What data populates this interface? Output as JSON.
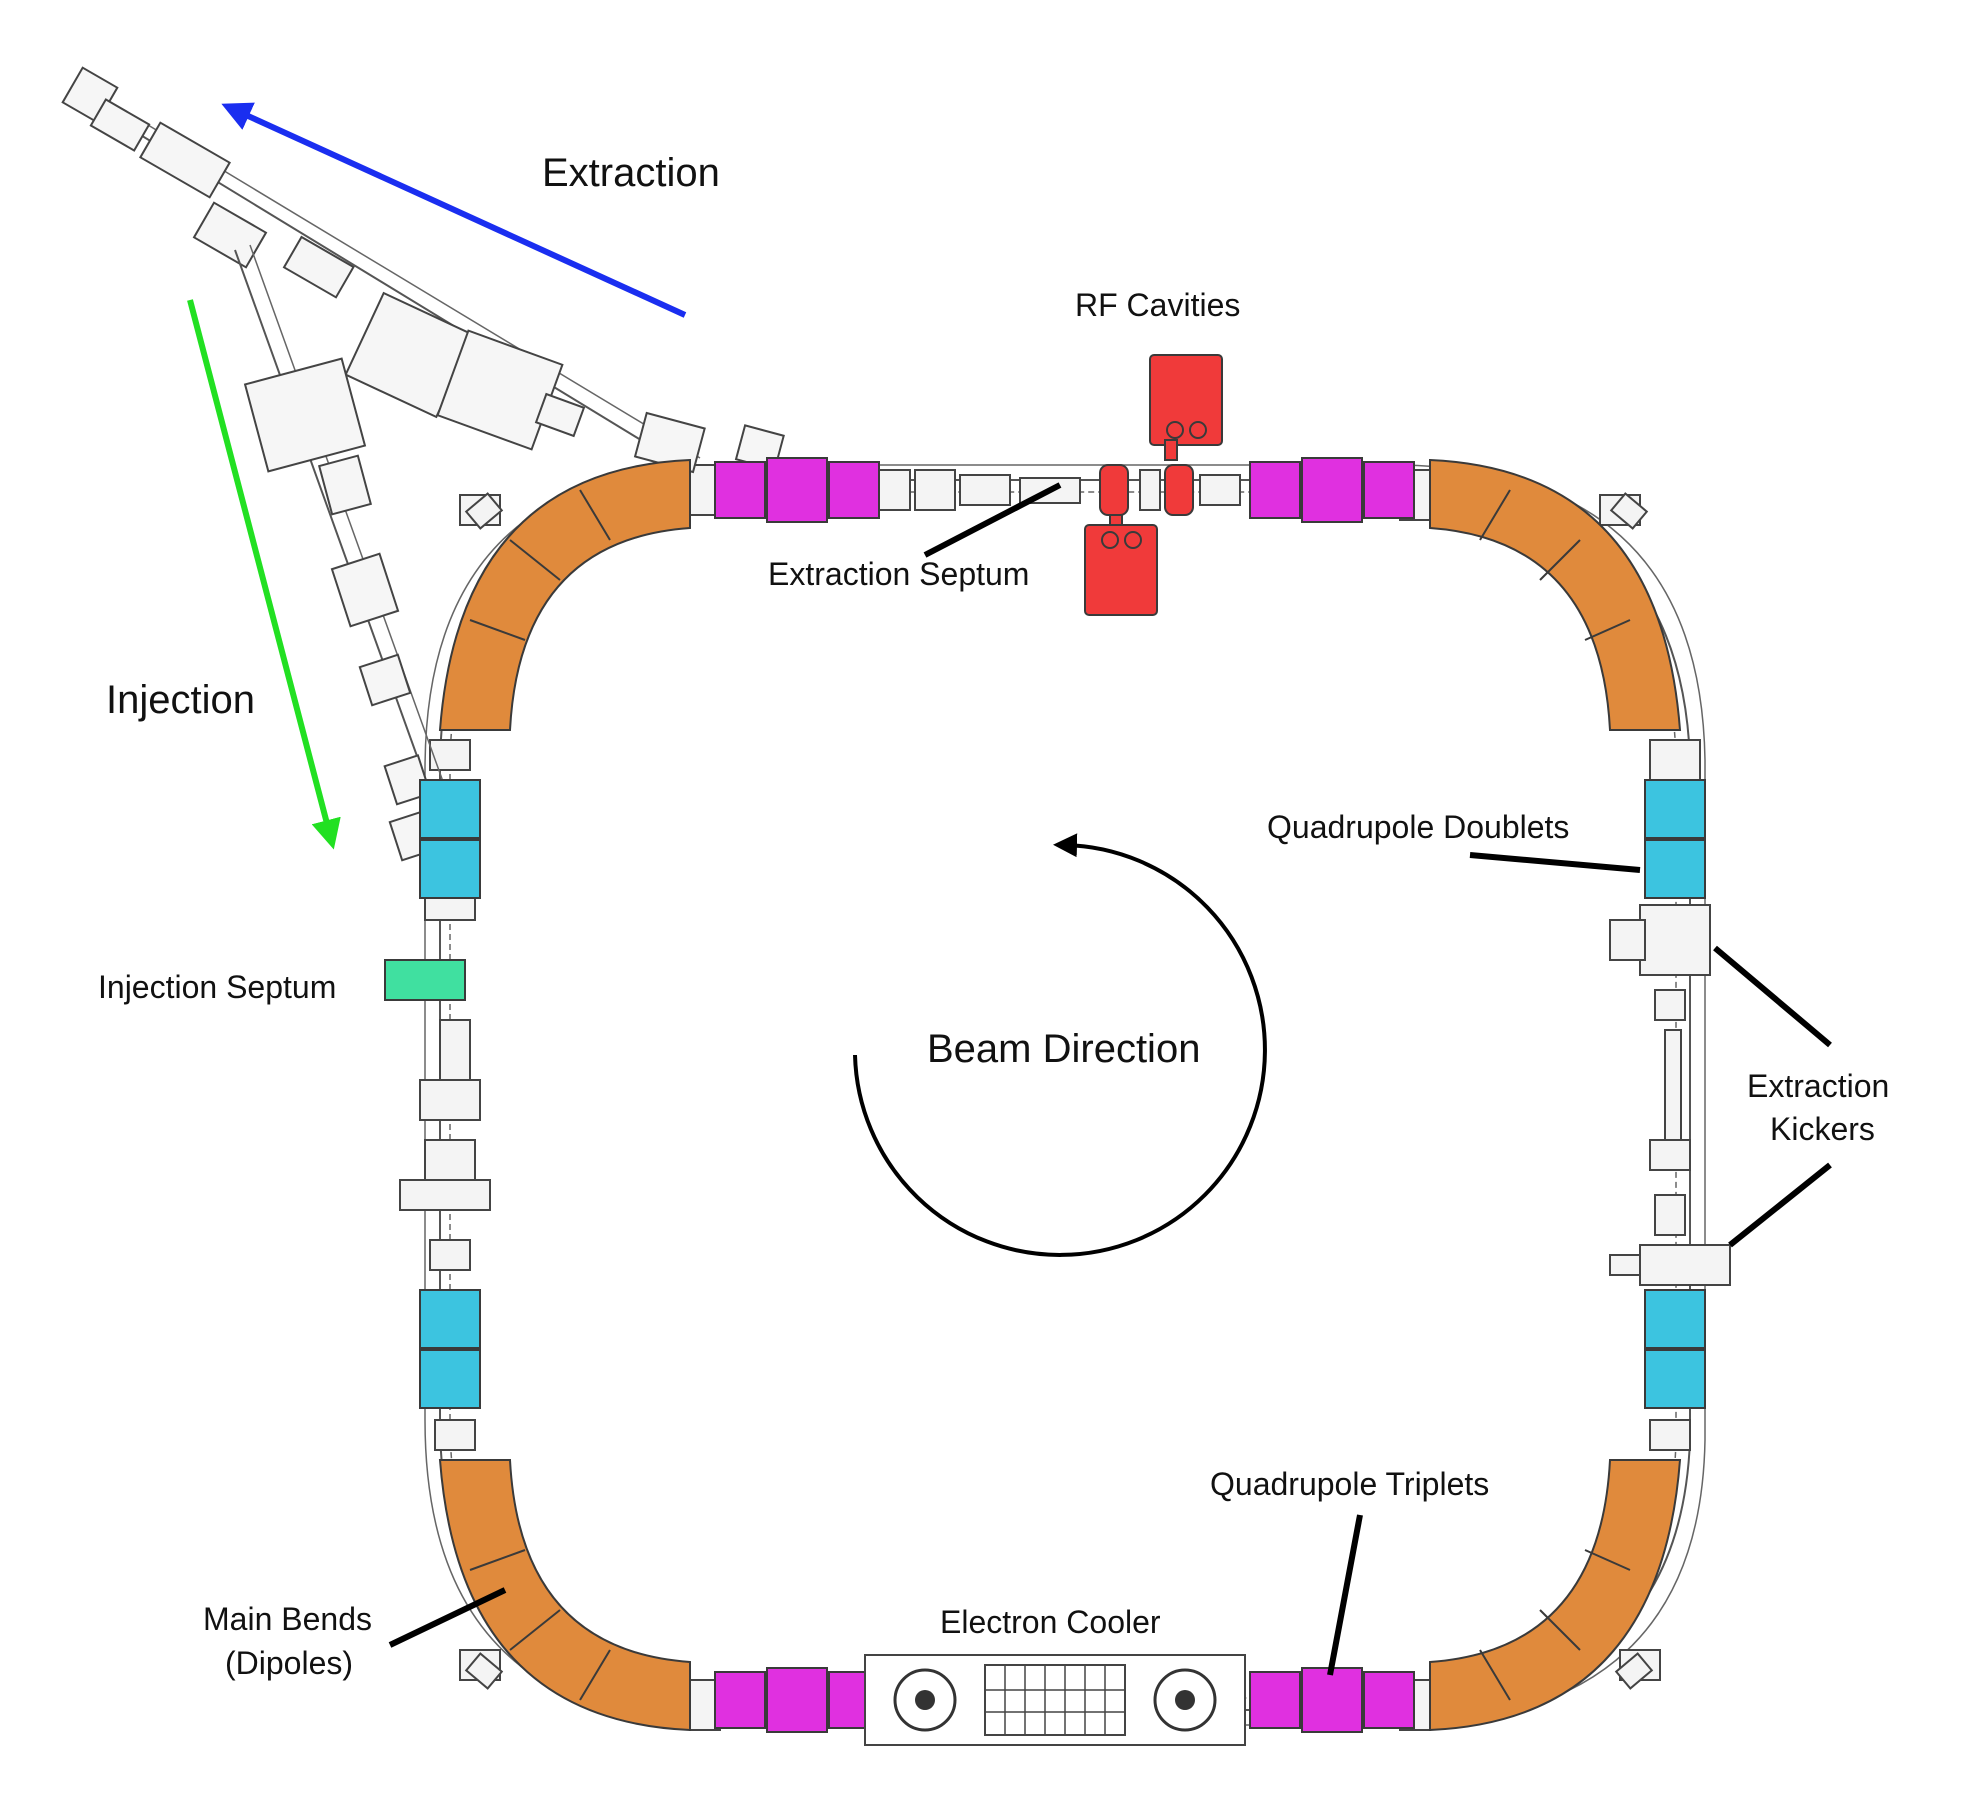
{
  "labels": {
    "extraction": "Extraction",
    "injection": "Injection",
    "rf_cavities": "RF Cavities",
    "extraction_septum": "Extraction Septum",
    "quadrupole_doublets": "Quadrupole Doublets",
    "injection_septum": "Injection Septum",
    "beam_direction": "Beam Direction",
    "extraction_kickers_line1": "Extraction",
    "extraction_kickers_line2": "Kickers",
    "quadrupole_triplets": "Quadrupole Triplets",
    "electron_cooler": "Electron Cooler",
    "main_bends_line1": "Main Bends",
    "main_bends_line2": "(Dipoles)"
  },
  "colors": {
    "dipole": "#e08a3c",
    "quadrupole_triplet": "#e030e0",
    "quadrupole_doublet": "#3cc4e0",
    "rf_cavity": "#f03a3a",
    "injection_septum": "#40e0a0",
    "extraction_arrow": "#1a2ef0",
    "injection_arrow": "#22e022",
    "annotation": "#000000"
  }
}
